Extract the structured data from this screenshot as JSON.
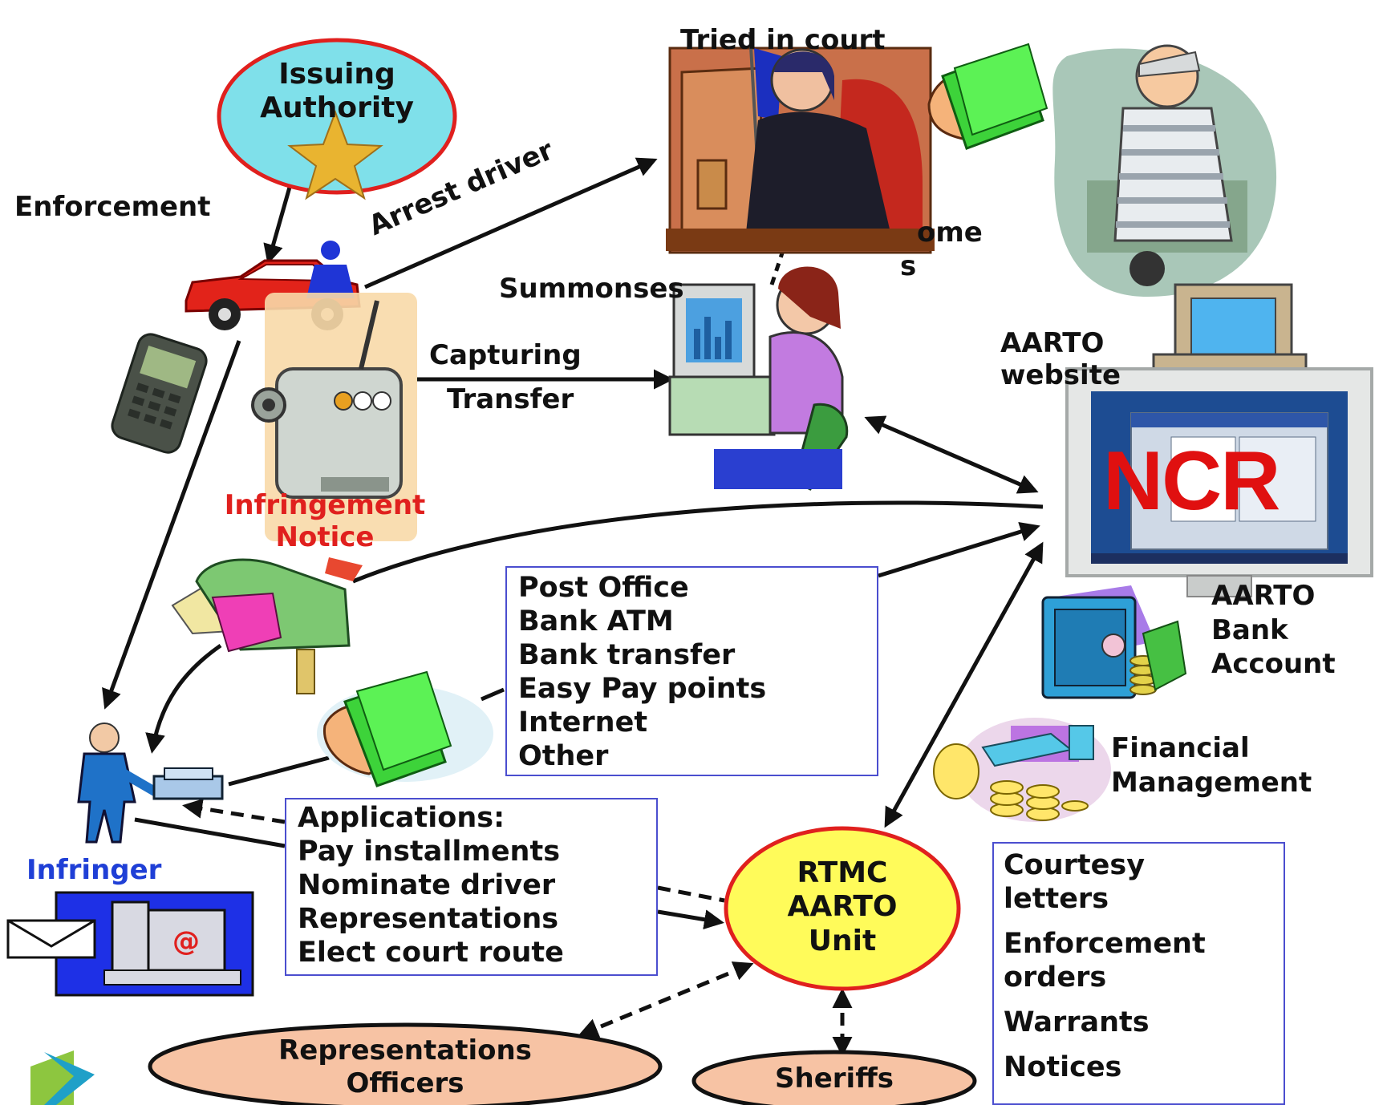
{
  "nodes": {
    "issuing_authority": {
      "line1": "Issuing",
      "line2": "Authority"
    },
    "rtmc_unit": {
      "line1": "RTMC",
      "line2": "AARTO",
      "line3": "Unit"
    },
    "representations_officers": {
      "line1": "Representations",
      "line2": "Officers"
    },
    "sheriffs": "Sheriffs"
  },
  "labels": {
    "enforcement": "Enforcement",
    "arrest_driver": "Arrest driver",
    "tried_in_court": "Tried in court",
    "income_fragment_1": "ome",
    "income_fragment_2": "s",
    "summonses": "Summonses",
    "capturing": "Capturing",
    "transfer": "Transfer",
    "aarto_website_1": "AARTO",
    "aarto_website_2": "website",
    "ncr": "NCR",
    "infringement_notice_1": "Infringement",
    "infringement_notice_2": "Notice",
    "aarto_bank_account_1": "AARTO",
    "aarto_bank_account_2": "Bank",
    "aarto_bank_account_3": "Account",
    "financial_management_1": "Financial",
    "financial_management_2": "Management",
    "infringer": "Infringer"
  },
  "payment_methods": [
    "Post Office",
    "Bank ATM",
    "Bank transfer",
    "Easy Pay points",
    "Internet",
    "Other"
  ],
  "applications": [
    "Applications:",
    "Pay installments",
    "Nominate driver",
    "Representations",
    "Elect court route"
  ],
  "notices": [
    "Courtesy",
    "letters",
    "Enforcement",
    "orders",
    "Warrants",
    "Notices"
  ],
  "colors": {
    "ellipse_fill_authority": "#7fe0ea",
    "ellipse_stroke_red": "#e0201e",
    "ellipse_fill_rtmc": "#fffb5a",
    "ellipse_fill_peach": "#f7c3a4",
    "box_border": "#4b4ecf",
    "label_red": "#e0201e",
    "label_blue": "#1f3fd6"
  }
}
